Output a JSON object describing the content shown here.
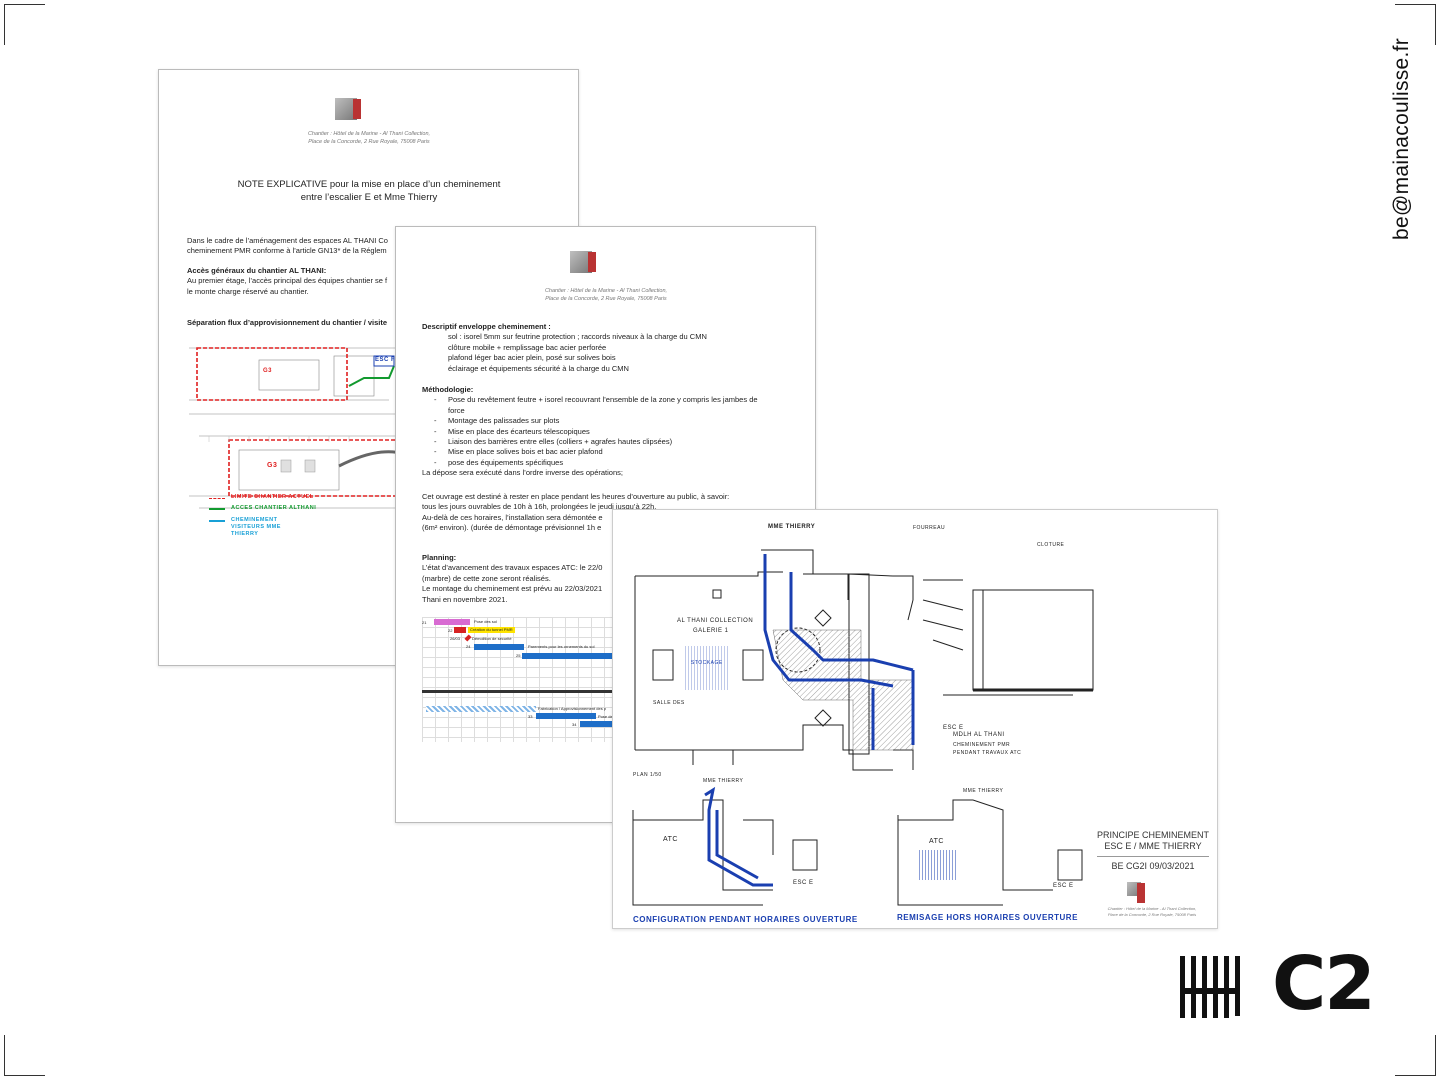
{
  "email": "be@mainacoulisse.fr",
  "brand": "C2",
  "doc_header": {
    "line1": "Chantier : Hôtel de la Marine - Al Thani Collection,",
    "line2": "Place de la Concorde, 2 Rue Royale, 75008 Paris"
  },
  "page1": {
    "title_line1": "NOTE EXPLICATIVE pour la mise en place d’un cheminement",
    "title_line2": "entre l’escalier E et Mme Thierry",
    "intro_line1": "Dans le cadre de l’aménagement des espaces AL THANI Co",
    "intro_line2": "cheminement PMR conforme à l’article GN13* de la Réglem",
    "access_heading": "Accès généraux du chantier AL THANI:",
    "access_line1": "Au premier étage, l’accès principal des équipes chantier se f",
    "access_line2": "le monte charge réservé au chantier.",
    "separation_heading": "Séparation flux d’approvisionnement du chantier / visite",
    "plan_labels": [
      "ESC F",
      "G3",
      "G3"
    ],
    "legend": [
      "LIMITE CHANTIER ACTUEL",
      "ACCES CHANTIER ALTHANI",
      "CHEMINEMENT VISITEURS MME THIERRY"
    ]
  },
  "page2": {
    "desc_heading": "Descriptif enveloppe cheminement :",
    "desc_items": [
      "sol : isorel 5mm sur feutrine protection ; raccords niveaux à la charge du CMN",
      "clôture mobile + remplissage bac acier perforée",
      "plafond léger bac acier plein, posé sur solives bois",
      "éclairage et équipements sécurité à la charge du CMN"
    ],
    "method_heading": "Méthodologie:",
    "method_items": [
      "Pose du revêtement feutre + isorel recouvrant l’ensemble de la zone y compris les jambes de",
      "Montage des palissades sur plots",
      "Mise en place des écarteurs télescopiques",
      "Liaison des barrières entre elles (colliers + agrafes hautes clipsées)",
      "Mise en place solives bois et bac acier plafond",
      "pose des équipements spécifiques"
    ],
    "method_item1_cont": "force",
    "depose": "La dépose sera exécuté dans l’ordre inverse des opérations;",
    "hours_line1": "Cet ouvrage est destiné à rester en place pendant les heures d’ouverture au public, à savoir:",
    "hours_line2": "tous les jours ouvrables de 10h à 16h, prolongées le jeudi jusqu’à 22h.",
    "hours_line3": "Au-delà de ces horaires, l’installation sera démontée e",
    "hours_line4": "(6m² environ). (durée de démontage prévisionnel 1h e",
    "planning_heading": "Planning:",
    "planning_line1": "L’état d’avancement des travaux espaces ATC: le 22/0",
    "planning_line2": "(marbre) de cette zone seront réalisés.",
    "planning_line3": "Le montage du cheminement est prévu au 22/03/2021",
    "planning_line4": "Thani en novembre 2021.",
    "gantt": [
      {
        "num": "21",
        "label": "Pose des sol"
      },
      {
        "num": "22",
        "label": "Création du tunnel PMR"
      },
      {
        "num": "26/03",
        "label": "Démolition de sécurité"
      },
      {
        "num": "24",
        "label": "Parements pour les ornements du sol"
      },
      {
        "num": "25",
        "label": ""
      },
      {
        "num": "33",
        "label": "Fabrication / Approvisionnement des p"
      },
      {
        "num": "34",
        "label": "Pose des portes"
      }
    ]
  },
  "page3": {
    "title_line1": "PRINCIPE CHEMINEMENT",
    "title_line2": "ESC E / MME THIERRY",
    "ref": "BE CG2I 09/03/2021",
    "caption_left": "CONFIGURATION PENDANT HORAIRES OUVERTURE",
    "caption_right": "REMISAGE HORS HORAIRES OUVERTURE",
    "sketch_labels": [
      "MME THIERRY",
      "AL THANI COLLECTION",
      "GALERIE 1",
      "ESC E",
      "ATC",
      "ATC",
      "ESC E",
      "ESC E",
      "MME THIERRY",
      "MME THIERRY",
      "PLAN 1/50",
      "CLOTURE",
      "FOURREAU",
      "STOCKAGE",
      "SALLE DES",
      "MDLH AL THANI",
      "CHEMINEMENT PMR",
      "PENDANT TRAVAUX ATC"
    ]
  }
}
